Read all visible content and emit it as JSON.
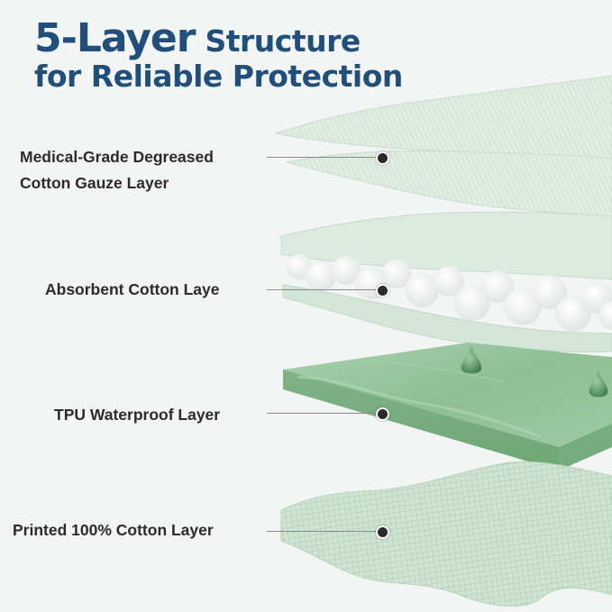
{
  "heading": {
    "line1_big": "5-Layer",
    "line1_rest": " Structure",
    "line2": "for Reliable Protection",
    "color": "#1f4f7a"
  },
  "layers": [
    {
      "label_line1": "Medical-Grade Degreased",
      "label_line2": "Cotton Gauze Layer"
    },
    {
      "label": "Absorbent Cotton Laye"
    },
    {
      "label": "TPU Waterproof Layer"
    },
    {
      "label": "Printed 100% Cotton Layer"
    }
  ],
  "colors": {
    "background": "#f3f4f4",
    "sage_light": "#dcebdf",
    "sage_mid": "#b9d6bf",
    "tpu_green": "#8fbf95",
    "label_text": "#2b2b2b"
  }
}
